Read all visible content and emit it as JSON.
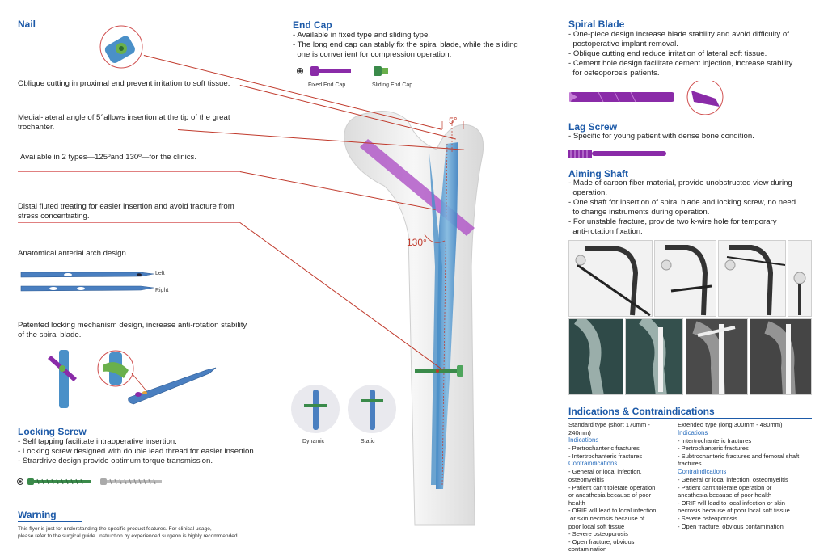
{
  "nail": {
    "title": "Nail",
    "f1": "Oblique cutting in proximal end prevent irritation to soft tissue.",
    "f2a": "Medial-lateral angle of 5°allows insertion at the tip of the great",
    "f2b": "trochanter.",
    "f3": "Available in 2 types—125ºand 130º—for the clinics.",
    "f4a": "Distal fluted treating for easier insertion and avoid fracture from",
    "f4b": "stress concentrating.",
    "f5": "Anatomical anterial arch design.",
    "left_label": "Left",
    "right_label": "Right",
    "f6a": "Patented locking mechanism design, increase anti-rotation stability",
    "f6b": "of the spiral blade."
  },
  "end_cap": {
    "title": "End Cap",
    "b1": "- Available in fixed type and sliding type.",
    "b2a": "- The long end cap can stably fix the spiral blade, while the sliding",
    "b2b": "  one is convenient for compression operation.",
    "fixed_label": "Fixed End Cap",
    "sliding_label": "Sliding End Cap"
  },
  "femur": {
    "angle_top": "5°",
    "angle_side": "130°",
    "dynamic_label": "Dynamic",
    "static_label": "Static"
  },
  "locking_screw": {
    "title": "Locking Screw",
    "b1": "- Self tapping facilitate intraoperative insertion.",
    "b2": "- Locking screw designed with double lead thread for easier insertion.",
    "b3": "- Strardrive design provide optimum torque transmission."
  },
  "warning": {
    "title": "Warning",
    "l1": "This flyer is just for understanding the specific product features. For clinical usage,",
    "l2": "please refer to the surgical guide. Instruction by experienced surgeon is highly recommended."
  },
  "spiral_blade": {
    "title": "Spiral Blade",
    "b1a": "- One-piece design increase blade stability and avoid difficulty of",
    "b1b": "  postoperative implant removal.",
    "b2": "- Oblique cutting end reduce irritation of lateral soft tissue.",
    "b3a": "- Cement hole design facilitate cement injection, increase stability",
    "b3b": "  for osteoporosis patients."
  },
  "lag_screw": {
    "title": "Lag Screw",
    "b1": "- Specific for young patient with dense bone condition."
  },
  "aiming_shaft": {
    "title": "Aiming Shaft",
    "b1a": "- Made of carbon fiber material, provide unobstructed view during",
    "b1b": "  operation.",
    "b2a": "- One shaft for insertion of spiral blade and locking screw, no need",
    "b2b": "  to change instruments during operation.",
    "b3a": "- For unstable fracture, provide two k-wire hole for temporary",
    "b3b": "  anti-rotation fixation."
  },
  "indications": {
    "title": "Indications & Contraindications",
    "standard": {
      "type": [
        "Standard type (short 170mm -",
        "240mm)"
      ],
      "ind_title": "Indications",
      "ind": [
        "- Pertrochanteric fractures",
        "- Intertrochanteric fractures"
      ],
      "contra_title": "Contraindications",
      "contra": [
        "- General or local infection,",
        "osteomyelitis",
        "- Patient can't tolerate operation",
        "or anesthesia because of poor",
        "health",
        "- ORIF will lead to local infection",
        " or skin necrosis because of",
        "poor local soft tissue",
        "- Severe osteoporosis",
        "- Open fracture, obvious",
        "contamination"
      ]
    },
    "extended": {
      "type": [
        "Extended type (long 300mm - 480mm)"
      ],
      "ind_title": "Indications",
      "ind": [
        "- Intertrochanteric fractures",
        "- Pertrochanteric fractures",
        "- Subtrochanteric fractures and femoral shaft",
        "fractures"
      ],
      "contra_title": "Contraindications",
      "contra": [
        "- General or local infection, osteomyelitis",
        "- Patient can't tolerate operation or",
        "anesthesia because of poor health",
        "- ORIF will lead to local infection or skin",
        "necrosis because of poor local soft tissue",
        "- Severe osteoporosis",
        "- Open fracture, obvious contamination"
      ]
    }
  },
  "colors": {
    "heading_blue": "#1d5aa8",
    "nail_blue": "#4a90c8",
    "implant_purple": "#8a2ba8",
    "leader_red": "#c0392b",
    "screw_green": "#3a8a4a"
  }
}
